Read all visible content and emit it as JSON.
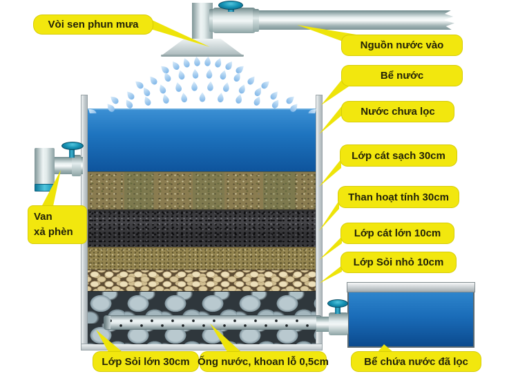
{
  "title": "So do loc nuoc (water filtration diagram)",
  "colors": {
    "label_bg": "#f2e70e",
    "label_text": "#222208",
    "leader": "#eee409",
    "water_top": "#3b8fd3",
    "water_bottom": "#0e549c",
    "valve_teal": "#1592b4",
    "metal_light": "#eef4f4",
    "metal_dark": "#7d9698",
    "wall_gray": "#c3cbce"
  },
  "labels": {
    "shower": "Vòi sen phun mưa",
    "source": "Nguồn nước vào",
    "tank": "Bể nước",
    "unfiltered": "Nước chưa lọc",
    "sand_clean": "Lớp cát sạch 30cm",
    "carbon": "Than hoạt tính 30cm",
    "sand_coarse": "Lớp cát lớn 10cm",
    "gravel_small": "Lớp Sỏi nhỏ 10cm",
    "gravel_large": "Lớp Sỏi lớn 30cm",
    "pipe": "Ống nước, khoan lỗ 0,5cm",
    "filtered": "Bể chứa nước đã lọc",
    "valve_line1": "Van",
    "valve_line2": "xả phèn"
  }
}
